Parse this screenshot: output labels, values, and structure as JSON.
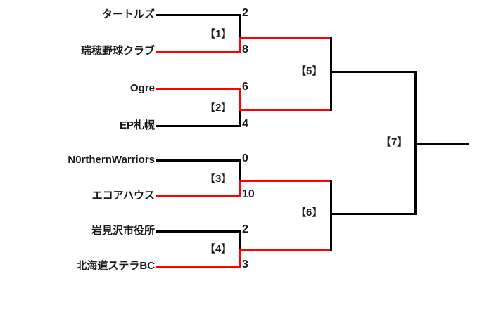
{
  "bracket": {
    "type": "single-elimination",
    "title": "",
    "colors": {
      "winner_line": "#ff0000",
      "loser_line": "#000000",
      "background": "#ffffff",
      "text": "#1a1a1a"
    },
    "teams": [
      {
        "name": "タートルズ",
        "score": "2",
        "winner": false
      },
      {
        "name": "瑞穂野球クラブ",
        "score": "8",
        "winner": true
      },
      {
        "name": "Ogre",
        "score": "6",
        "winner": true
      },
      {
        "name": "EP札幌",
        "score": "4",
        "winner": false
      },
      {
        "name": "N0rthernWarriors",
        "score": "0",
        "winner": false
      },
      {
        "name": "エコアハウス",
        "score": "10",
        "winner": true
      },
      {
        "name": "岩見沢市役所",
        "score": "2",
        "winner": false
      },
      {
        "name": "北海道ステラBC",
        "score": "3",
        "winner": true
      }
    ],
    "matches": [
      {
        "label": "【1】",
        "round": 1,
        "top_team": "タートルズ",
        "bottom_team": "瑞穂野球クラブ",
        "top_score": "2",
        "bottom_score": "8",
        "winner": "瑞穂野球クラブ"
      },
      {
        "label": "【2】",
        "round": 1,
        "top_team": "Ogre",
        "bottom_team": "EP札幌",
        "top_score": "6",
        "bottom_score": "4",
        "winner": "Ogre"
      },
      {
        "label": "【3】",
        "round": 1,
        "top_team": "N0rthernWarriors",
        "bottom_team": "エコアハウス",
        "top_score": "0",
        "bottom_score": "10",
        "winner": "エコアハウス"
      },
      {
        "label": "【4】",
        "round": 1,
        "top_team": "岩見沢市役所",
        "bottom_team": "北海道ステラBC",
        "top_score": "2",
        "bottom_score": "3",
        "winner": "北海道ステラBC"
      },
      {
        "label": "【5】",
        "round": 2,
        "top_team": "瑞穂野球クラブ",
        "bottom_team": "Ogre",
        "top_score": "",
        "bottom_score": "",
        "winner": ""
      },
      {
        "label": "【6】",
        "round": 2,
        "top_team": "エコアハウス",
        "bottom_team": "北海道ステラBC",
        "top_score": "",
        "bottom_score": "",
        "winner": ""
      },
      {
        "label": "【7】",
        "round": 3,
        "top_team": "",
        "bottom_team": "",
        "top_score": "",
        "bottom_score": "",
        "winner": ""
      }
    ]
  }
}
